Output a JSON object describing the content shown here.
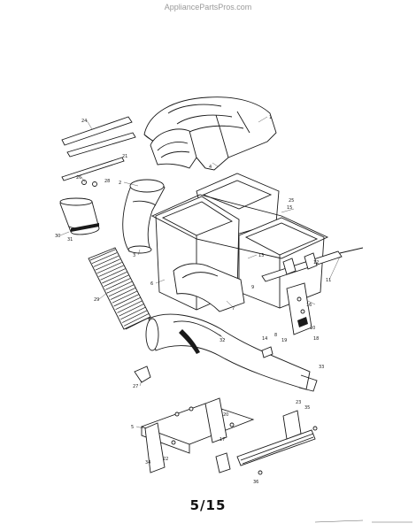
{
  "watermark": "AppliancePartsPros.com",
  "page_number": "5/15",
  "callouts": [
    "1",
    "2",
    "3",
    "4",
    "5",
    "6",
    "7",
    "8",
    "9",
    "10",
    "11",
    "12",
    "13",
    "14",
    "15",
    "16",
    "17",
    "18",
    "19",
    "20",
    "21",
    "22",
    "23",
    "24",
    "25",
    "26",
    "27",
    "28",
    "29",
    "30",
    "31",
    "32",
    "33",
    "34",
    "35",
    "36"
  ]
}
